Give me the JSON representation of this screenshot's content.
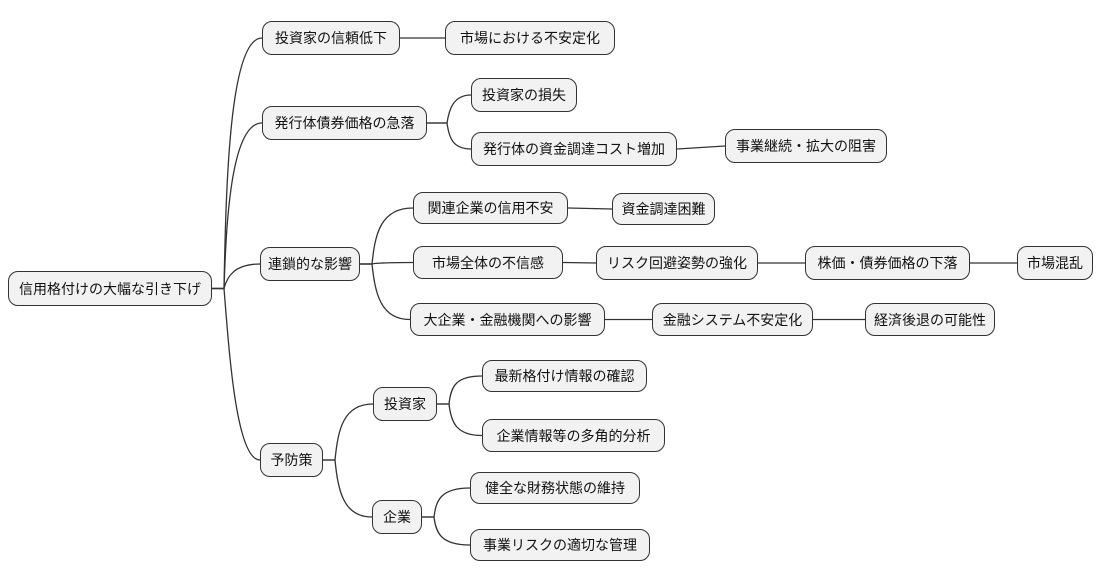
{
  "diagram": {
    "type": "mindmap",
    "background_color": "#ffffff",
    "node_fill_color": "#f2f2f2",
    "node_border_color": "#333333",
    "edge_color": "#333333",
    "root_label": "信用格付けの大幅な引き下げ"
  },
  "nodes": [
    {
      "id": "root",
      "label": "信用格付けの大幅な引き下げ",
      "parent": null,
      "depth": 0
    },
    {
      "id": "investor-trust-decline",
      "label": "投資家の信頼低下",
      "parent": "root",
      "depth": 1
    },
    {
      "id": "market-destabilization",
      "label": "市場における不安定化",
      "parent": "investor-trust-decline",
      "depth": 2
    },
    {
      "id": "issuer-bond-price-crash",
      "label": "発行体債券価格の急落",
      "parent": "root",
      "depth": 1
    },
    {
      "id": "investor-losses",
      "label": "投資家の損失",
      "parent": "issuer-bond-price-crash",
      "depth": 2
    },
    {
      "id": "issuer-funding-cost-increase",
      "label": "発行体の資金調達コスト増加",
      "parent": "issuer-bond-price-crash",
      "depth": 2
    },
    {
      "id": "business-continuity-hindrance",
      "label": "事業継続・拡大の阻害",
      "parent": "issuer-funding-cost-increase",
      "depth": 3
    },
    {
      "id": "chain-effects",
      "label": "連鎖的な影響",
      "parent": "root",
      "depth": 1
    },
    {
      "id": "related-company-credit-anxiety",
      "label": "関連企業の信用不安",
      "parent": "chain-effects",
      "depth": 2
    },
    {
      "id": "funding-difficulty",
      "label": "資金調達困難",
      "parent": "related-company-credit-anxiety",
      "depth": 3
    },
    {
      "id": "marketwide-distrust",
      "label": "市場全体の不信感",
      "parent": "chain-effects",
      "depth": 2
    },
    {
      "id": "risk-aversion-strengthening",
      "label": "リスク回避姿勢の強化",
      "parent": "marketwide-distrust",
      "depth": 3
    },
    {
      "id": "stock-bond-price-decline",
      "label": "株価・債券価格の下落",
      "parent": "risk-aversion-strengthening",
      "depth": 4
    },
    {
      "id": "market-turmoil",
      "label": "市場混乱",
      "parent": "stock-bond-price-decline",
      "depth": 5
    },
    {
      "id": "large-corp-financial-impact",
      "label": "大企業・金融機関への影響",
      "parent": "chain-effects",
      "depth": 2
    },
    {
      "id": "financial-system-instability",
      "label": "金融システム不安定化",
      "parent": "large-corp-financial-impact",
      "depth": 3
    },
    {
      "id": "recession-possibility",
      "label": "経済後退の可能性",
      "parent": "financial-system-instability",
      "depth": 4
    },
    {
      "id": "prevention-measures",
      "label": "予防策",
      "parent": "root",
      "depth": 1
    },
    {
      "id": "investors",
      "label": "投資家",
      "parent": "prevention-measures",
      "depth": 2
    },
    {
      "id": "latest-rating-info-check",
      "label": "最新格付け情報の確認",
      "parent": "investors",
      "depth": 3
    },
    {
      "id": "multifaceted-analysis",
      "label": "企業情報等の多角的分析",
      "parent": "investors",
      "depth": 3
    },
    {
      "id": "companies",
      "label": "企業",
      "parent": "prevention-measures",
      "depth": 2
    },
    {
      "id": "sound-financial-condition",
      "label": "健全な財務状態の維持",
      "parent": "companies",
      "depth": 3
    },
    {
      "id": "business-risk-management",
      "label": "事業リスクの適切な管理",
      "parent": "companies",
      "depth": 3
    }
  ]
}
